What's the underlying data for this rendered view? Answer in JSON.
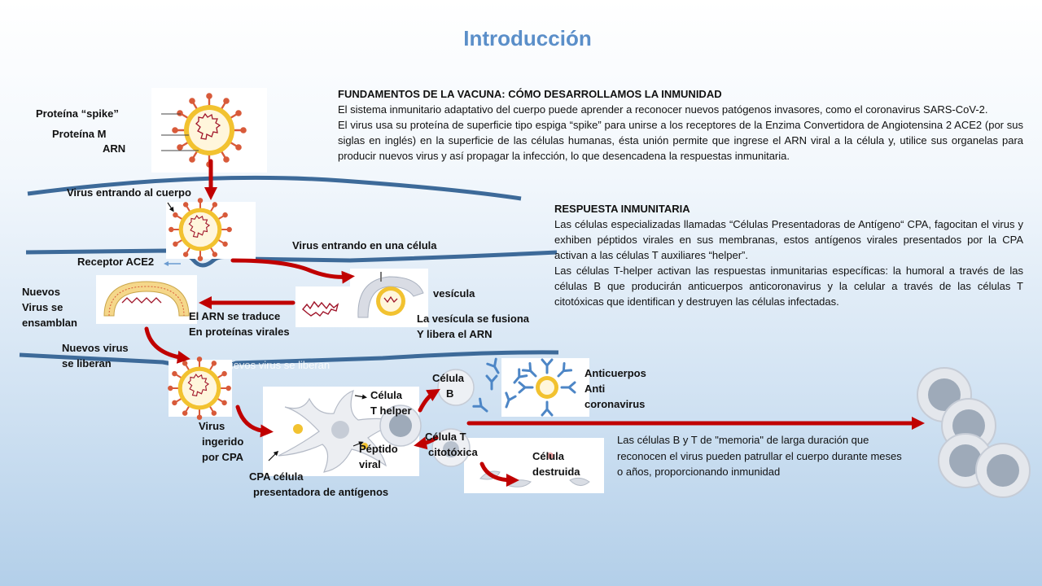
{
  "title": "Introducción",
  "colors": {
    "title": "#5b8fc9",
    "arrow": "#c00000",
    "membrane": "#3d6a99",
    "spike": "#d85a3a",
    "capsid": "#f2c230"
  },
  "labels": {
    "proteina_spike": "Proteína “spike”",
    "proteina_m": "Proteína M",
    "arn": "ARN",
    "virus_entrando_cuerpo": "Virus entrando al cuerpo",
    "virus_entrando_celula": "Virus entrando en una célula",
    "receptor_ace2": "Receptor ACE2",
    "nuevos_virus_ensamblan": [
      "Nuevos",
      "Virus se",
      "ensamblan"
    ],
    "arn_se_traduce": [
      "El ARN se traduce",
      "En proteínas virales"
    ],
    "vesicula": "vesícula",
    "vesicula_fusiona": [
      "La vesícula se fusiona",
      "Y libera el ARN"
    ],
    "nuevos_virus_liberan": [
      "Nuevos virus",
      "se liberan"
    ],
    "nuevos_virus_liberan_ghost": "Nuevos virus se liberan",
    "virus_ingerido": [
      "Virus",
      "ingerido",
      "por CPA"
    ],
    "cpa": [
      "CPA célula",
      "presentadora de antígenos"
    ],
    "celula_t_helper": [
      "Célula",
      "T helper"
    ],
    "celula_b": [
      "Célula",
      "B"
    ],
    "celula_t_citotoxica": [
      "Célula T",
      "citotóxica"
    ],
    "peptido_viral": [
      "Péptido",
      "viral"
    ],
    "celula_destruida": [
      "Célula",
      "destruida"
    ],
    "anticuerpos": [
      "Anticuerpos",
      "Anti",
      "coronavirus"
    ]
  },
  "memoria_text": [
    "Las células B y T de \"memoria\" de larga duración que",
    "reconocen el virus pueden patrullar el cuerpo durante meses",
    "o años, proporcionando  inmunidad"
  ],
  "section1": {
    "heading": "FUNDAMENTOS DE LA VACUNA: CÓMO DESARROLLAMOS LA INMUNIDAD",
    "p1": "El sistema inmunitario adaptativo del cuerpo puede aprender a reconocer nuevos patógenos invasores, como el coronavirus SARS-CoV-2.",
    "p2": " El virus usa su proteína de superficie tipo espiga “spike” para unirse a los receptores de la Enzima Convertidora de Angiotensina 2 ACE2 (por sus siglas en inglés) en la superficie de las células humanas, ésta unión permite que ingrese el ARN viral a la célula y, utilice sus organelas para producir  nuevos virus y así propagar la infección, lo que desencadena la respuestas inmunitaria."
  },
  "section2": {
    "heading": "RESPUESTA INMUNITARIA",
    "p1": "Las células especializadas llamadas “Células Presentadoras de Antígeno“ CPA, fagocitan el virus y exhiben péptidos virales en sus membranas, estos antígenos virales presentados por la CPA activan a las células T auxiliares “helper”.",
    "p2": "Las células T-helper activan las respuestas inmunitarias específicas: la humoral a través de las células B que producirán anticuerpos anticoronavirus y la celular a través de las células T citotóxicas que identifican y destruyen las células infectadas."
  }
}
